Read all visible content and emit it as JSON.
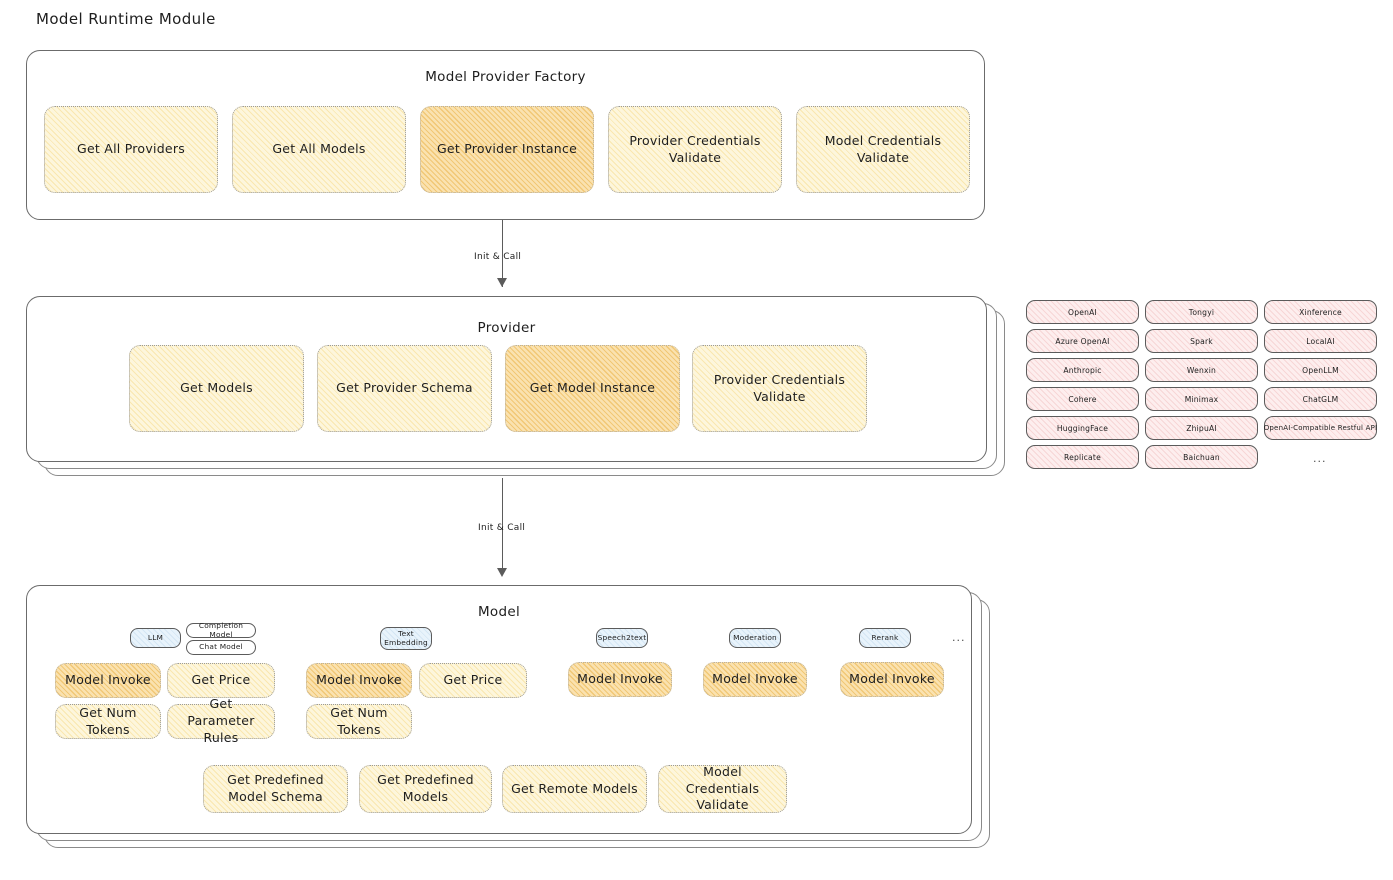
{
  "diagram": {
    "title": "Model Runtime Module"
  },
  "factory": {
    "title": "Model Provider Factory",
    "boxes": [
      {
        "label": "Get All Providers",
        "highlight": false
      },
      {
        "label": "Get All Models",
        "highlight": false
      },
      {
        "label": "Get Provider Instance",
        "highlight": true
      },
      {
        "label": "Provider Credentials Validate",
        "highlight": false
      },
      {
        "label": "Model Credentials Validate",
        "highlight": false
      }
    ]
  },
  "connector_top": {
    "label": "Init & Call"
  },
  "provider": {
    "title": "Provider",
    "boxes": [
      {
        "label": "Get Models",
        "highlight": false
      },
      {
        "label": "Get Provider Schema",
        "highlight": false
      },
      {
        "label": "Get Model Instance",
        "highlight": true
      },
      {
        "label": "Provider Credentials Validate",
        "highlight": false
      }
    ]
  },
  "connector_bottom": {
    "label": "Init & Call"
  },
  "provider_list": {
    "columns": [
      {
        "items": [
          "OpenAI",
          "Azure OpenAI",
          "Anthropic",
          "Cohere",
          "HuggingFace",
          "Replicate"
        ]
      },
      {
        "items": [
          "Tongyi",
          "Spark",
          "Wenxin",
          "Minimax",
          "ZhipuAI",
          "Baichuan"
        ]
      },
      {
        "items": [
          "Xinference",
          "LocalAI",
          "OpenLLM",
          "ChatGLM",
          "OpenAI-Compatible Restful API"
        ]
      }
    ],
    "more_mark": "..."
  },
  "model": {
    "title": "Model",
    "more_mark": "...",
    "groups": [
      {
        "chips": [
          {
            "label": "LLM",
            "style": "blue"
          },
          {
            "label": "Completion Model",
            "style": "plain"
          },
          {
            "label": "Chat Model",
            "style": "plain"
          }
        ],
        "boxes": [
          {
            "label": "Model Invoke",
            "highlight": true
          },
          {
            "label": "Get Price",
            "highlight": false
          },
          {
            "label": "Get Num Tokens",
            "highlight": false
          },
          {
            "label": "Get Parameter Rules",
            "highlight": false
          }
        ]
      },
      {
        "chips": [
          {
            "label": "Text\nEmbedding",
            "style": "blue"
          }
        ],
        "boxes": [
          {
            "label": "Model Invoke",
            "highlight": true
          },
          {
            "label": "Get Price",
            "highlight": false
          },
          {
            "label": "Get Num Tokens",
            "highlight": false
          }
        ]
      },
      {
        "chips": [
          {
            "label": "Speech2text",
            "style": "blue"
          }
        ],
        "boxes": [
          {
            "label": "Model Invoke",
            "highlight": true
          }
        ]
      },
      {
        "chips": [
          {
            "label": "Moderation",
            "style": "blue"
          }
        ],
        "boxes": [
          {
            "label": "Model Invoke",
            "highlight": true
          }
        ]
      },
      {
        "chips": [
          {
            "label": "Rerank",
            "style": "blue"
          }
        ],
        "boxes": [
          {
            "label": "Model Invoke",
            "highlight": true
          }
        ]
      }
    ],
    "shared_boxes": [
      {
        "label": "Get Predefined Model Schema"
      },
      {
        "label": "Get Predefined Models"
      },
      {
        "label": "Get Remote Models"
      },
      {
        "label": "Model Credentials Validate"
      }
    ]
  },
  "colors": {
    "hatch_light": "#fdf6dc",
    "hatch_strong": "#fae2b0",
    "pill_pink": "#fdeeee",
    "chip_blue": "#e8f3fb",
    "stroke": "#5b5b5b",
    "text": "#1e1e1e"
  }
}
